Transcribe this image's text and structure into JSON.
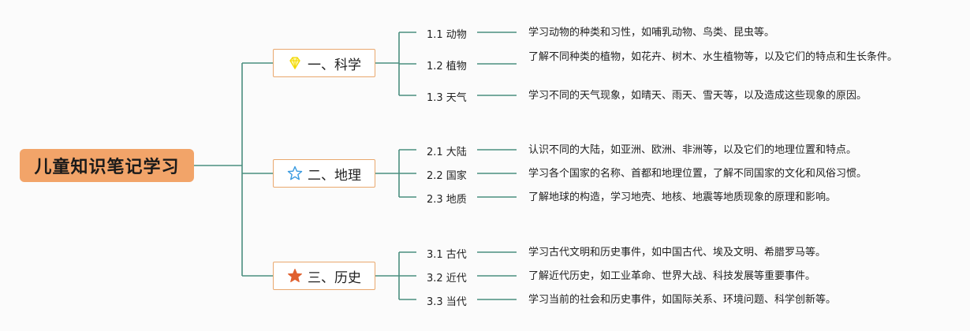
{
  "root": {
    "label": "儿童知识笔记学习"
  },
  "branches": [
    {
      "label": "一、科学",
      "icon": "diamond-icon",
      "icon_color": "#f2e14d",
      "items": [
        {
          "label": "1.1 动物",
          "desc": "学习动物的种类和习性，如哺乳动物、鸟类、昆虫等。"
        },
        {
          "label": "1.2 植物",
          "desc": "了解不同种类的植物，如花卉、树木、水生植物等，以及它们的特点和生长条件。"
        },
        {
          "label": "1.3 天气",
          "desc": "学习不同的天气现象，如晴天、雨天、雪天等，以及造成这些现象的原因。"
        }
      ]
    },
    {
      "label": "二、地理",
      "icon": "star-outline-icon",
      "icon_color": "#3a9be0",
      "items": [
        {
          "label": "2.1 大陆",
          "desc": "认识不同的大陆，如亚洲、欧洲、非洲等，以及它们的地理位置和特点。"
        },
        {
          "label": "2.2 国家",
          "desc": "学习各个国家的名称、首都和地理位置，了解不同国家的文化和风俗习惯。"
        },
        {
          "label": "2.3 地质",
          "desc": "了解地球的构造，学习地壳、地核、地震等地质现象的原理和影响。"
        }
      ]
    },
    {
      "label": "三、历史",
      "icon": "star-filled-icon",
      "icon_color": "#e0602f",
      "items": [
        {
          "label": "3.1 古代",
          "desc": "学习古代文明和历史事件，如中国古代、埃及文明、希腊罗马等。"
        },
        {
          "label": "3.2 近代",
          "desc": "了解近代历史，如工业革命、世界大战、科技发展等重要事件。"
        },
        {
          "label": "3.3 当代",
          "desc": "学习当前的社会和历史事件，如国际关系、环境问题、科学创新等。"
        }
      ]
    }
  ],
  "colors": {
    "line": "#4a8f80",
    "root_fill": "#f2a469",
    "branch_border": "#e9a86e"
  }
}
